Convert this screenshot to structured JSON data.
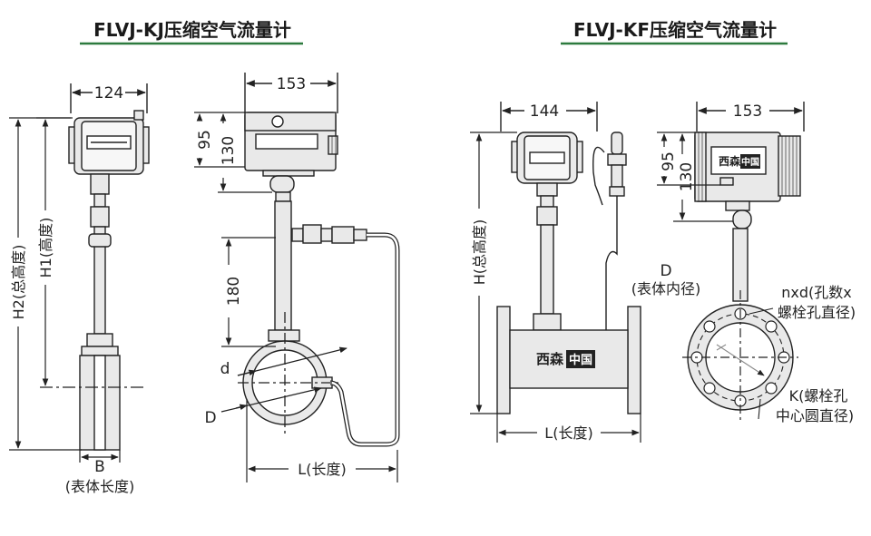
{
  "titles": {
    "left": "FLVJ-KJ压缩空气流量计",
    "right": "FLVJ-KF压缩空气流量计"
  },
  "colors": {
    "title_underline": "#2d7a3e",
    "line": "#222222",
    "device_fill": "#e9e9e9"
  },
  "kj_front": {
    "width_dim": "124",
    "h2_label": "H2(总高度)",
    "h1_label": "H1(高度)",
    "b_dim": "B",
    "b_label": "(表体长度)"
  },
  "kj_side": {
    "width_dim": "153",
    "dim_95": "95",
    "dim_130": "130",
    "dim_180": "180",
    "d_small": "d",
    "d_large": "D",
    "length_label": "L(长度)"
  },
  "kf_front": {
    "width_dim": "144",
    "h_label": "H(总高度)",
    "d_label": "D",
    "d_desc": "(表体内径)",
    "length_label": "L(长度)",
    "brand": "西森",
    "brand_box": "中国"
  },
  "kf_side": {
    "width_dim": "153",
    "dim_95": "95",
    "dim_130": "130",
    "nxd_line1": "nxd(孔数x",
    "nxd_line2": "螺栓孔直径)",
    "k_line1": "K(螺栓孔",
    "k_line2": "中心圆直径)",
    "brand": "西森",
    "brand_box": "中国"
  }
}
